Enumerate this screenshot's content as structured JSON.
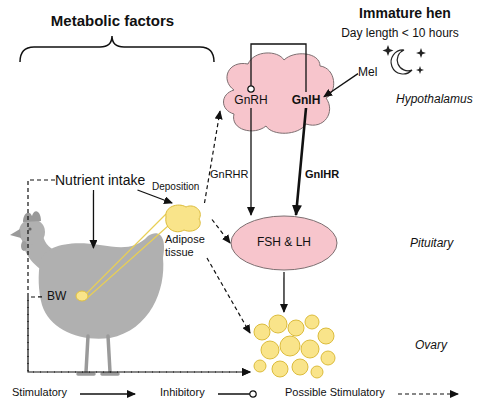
{
  "diagram": {
    "nodes": [
      {
        "text": [
          "Nutrient intake"
        ]
      },
      {
        "text": [
          "BW"
        ]
      },
      {
        "text": [
          "Adipose tissue"
        ]
      },
      {
        "text": [
          "Hypothalamus"
        ]
      },
      {
        "text": [
          "GnRH"
        ],
        "in": 3
      },
      {
        "text": [
          "GnIH"
        ],
        "in": 3
      },
      {
        "text": [
          "Mel"
        ]
      },
      {
        "text": [
          "FSH & LH",
          "Pituitary"
        ]
      },
      {
        "text": [
          "Ovary"
        ]
      }
    ],
    "edges": [
      {
        "from": 0,
        "to": 1,
        "arrow": "to"
      },
      {
        "from": 0,
        "to": 2,
        "label": "Deposition",
        "arrow": "to"
      },
      {
        "from": 0,
        "to": 8,
        "arrow": "to"
      },
      {
        "from": 1,
        "to": 8,
        "arrow": "to"
      },
      {
        "from": 2,
        "to": 3,
        "arrow": "to"
      },
      {
        "from": 2,
        "to": 7,
        "arrow": "to"
      },
      {
        "from": 2,
        "to": 8,
        "arrow": "to"
      },
      {
        "from": 5,
        "to": 4,
        "arrow": "to"
      },
      {
        "from": 6,
        "to": 5,
        "arrow": "to"
      },
      {
        "from": 4,
        "to": 7,
        "label": "GnRHR",
        "arrow": "to"
      },
      {
        "from": 5,
        "to": 7,
        "label": "GnIHR",
        "arrow": "to"
      },
      {
        "from": 7,
        "to": 8,
        "arrow": "to"
      }
    ],
    "labels": [
      "Metabolic factors",
      "Immature hen",
      "Day length < 10 hours"
    ],
    "legend": [
      {
        "text": "Stimulatory"
      },
      {
        "text": "Inhibitory"
      },
      {
        "text": "Possible Stimulatory"
      }
    ]
  }
}
